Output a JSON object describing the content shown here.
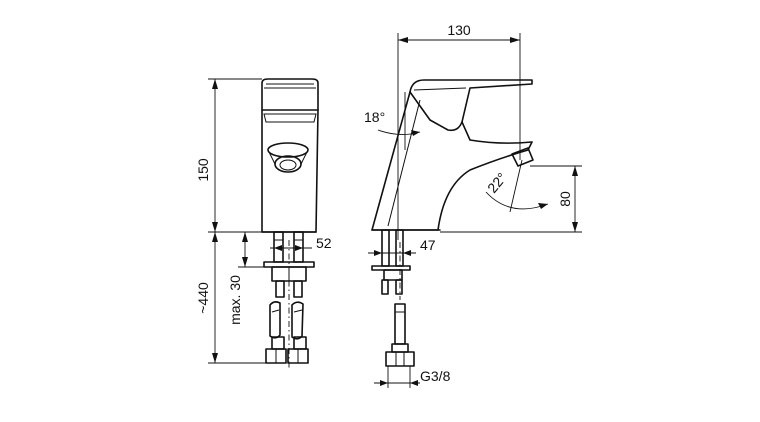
{
  "dimensions": {
    "width": "130",
    "height_body": "150",
    "pipe_52": "52",
    "pipe_47": "47",
    "spout_height": "80",
    "lever_angle": "18°",
    "spout_angle": "22°",
    "total_length": "~440",
    "max_30": "max. 30",
    "thread": "G3/8"
  }
}
